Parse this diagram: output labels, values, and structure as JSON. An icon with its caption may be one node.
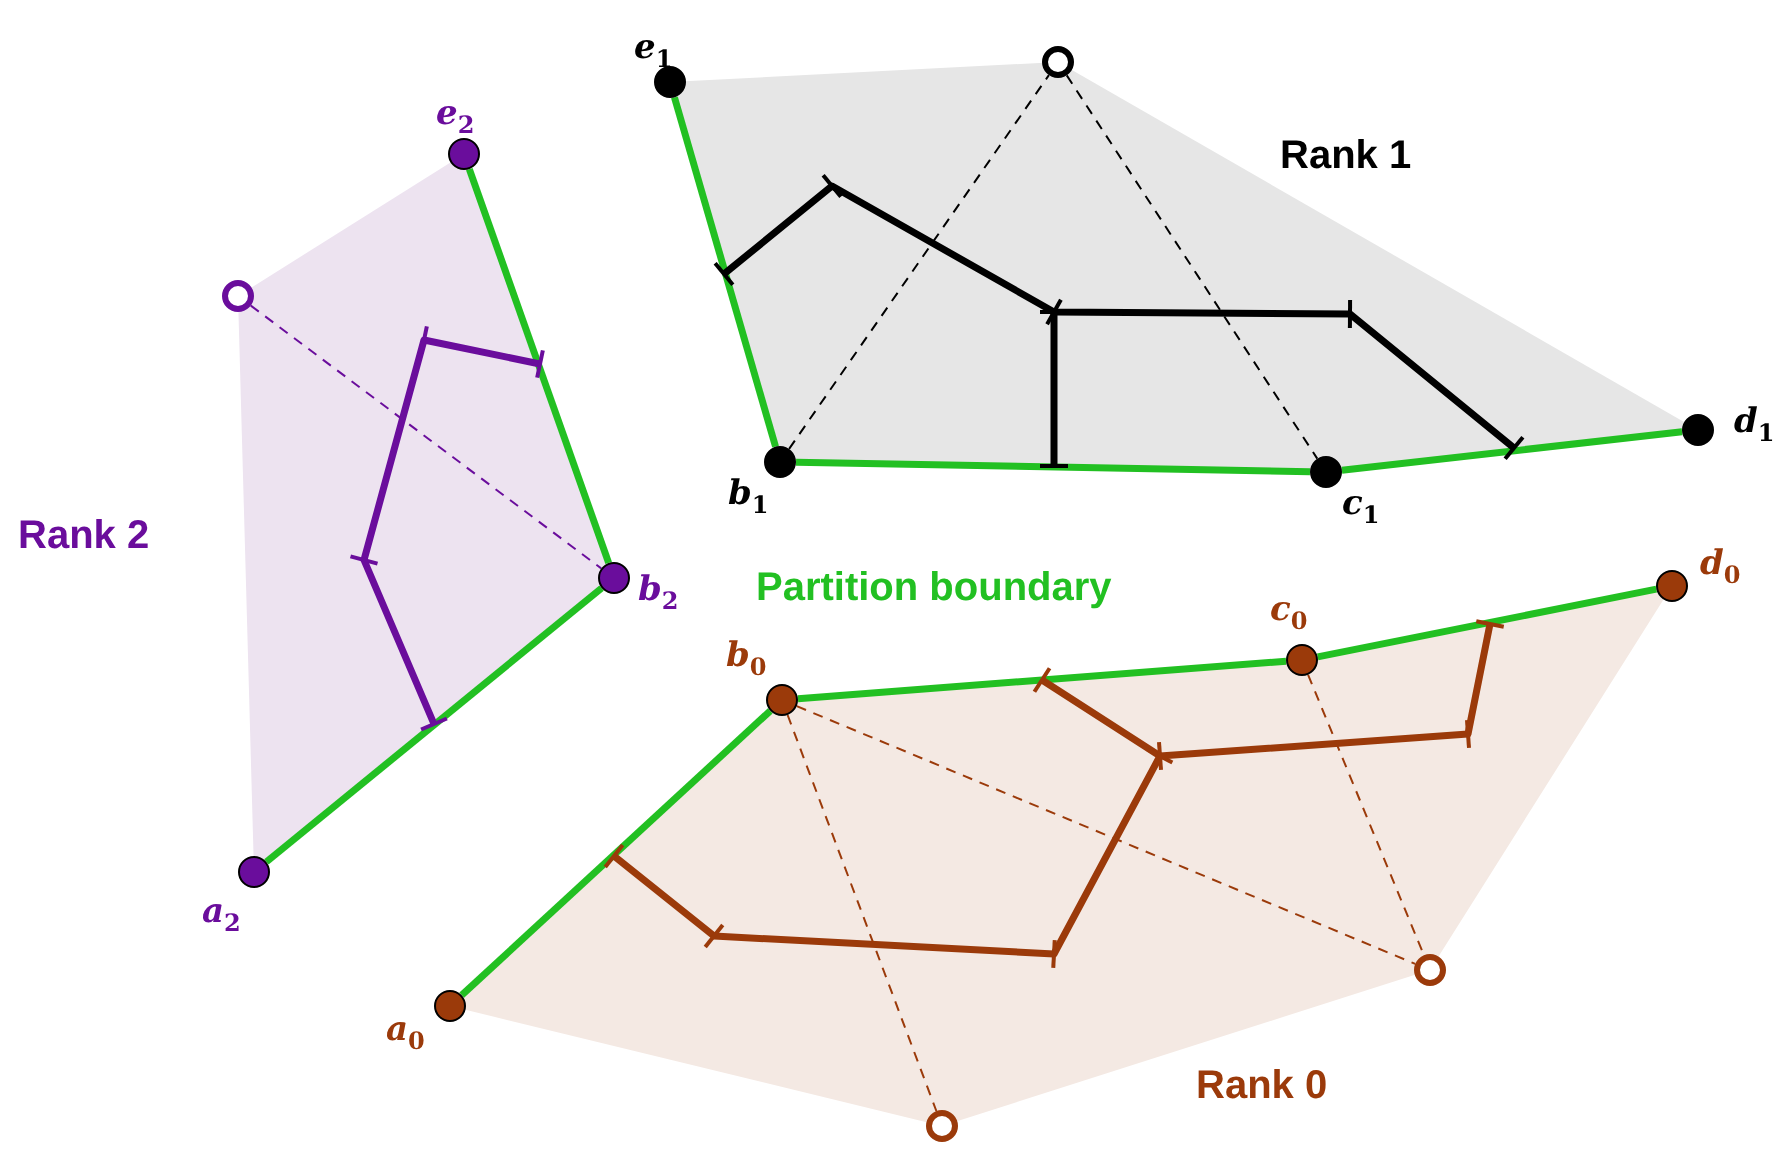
{
  "diagram": {
    "nodes": [
      {
        "text": [],
        "shape": "circle",
        "beside": [
          "e$_{1}$"
        ]
      },
      {
        "text": [],
        "shape": "circle"
      },
      {
        "text": [],
        "shape": "circle",
        "beside": [
          "e$_{2}$"
        ]
      },
      {
        "text": [],
        "shape": "circle"
      },
      {
        "text": [],
        "shape": "circle",
        "beside": [
          "d$_{1}$"
        ]
      },
      {
        "text": [],
        "shape": "circle",
        "beside": [
          "b$_{1}$"
        ]
      },
      {
        "text": [],
        "shape": "circle",
        "beside": [
          "c$_{1}$"
        ]
      },
      {
        "text": [],
        "shape": "circle",
        "beside": [
          "b$_{2}$"
        ]
      },
      {
        "text": [],
        "shape": "circle",
        "beside": [
          "d$_{0}$"
        ]
      },
      {
        "text": [],
        "shape": "circle",
        "beside": [
          "c$_{0}$"
        ]
      },
      {
        "text": [],
        "shape": "circle",
        "beside": [
          "b$_{0}$"
        ]
      },
      {
        "text": [],
        "shape": "circle",
        "beside": [
          "a$_{2}$"
        ]
      },
      {
        "text": [],
        "shape": "circle"
      },
      {
        "text": [],
        "shape": "circle",
        "beside": [
          "a$_{0}$"
        ]
      },
      {
        "text": [],
        "shape": "circle"
      }
    ],
    "edges": [
      {
        "from": 0,
        "to": 5,
        "arrow": "none"
      },
      {
        "from": 5,
        "to": 6,
        "arrow": "none"
      },
      {
        "from": 6,
        "to": 4,
        "arrow": "none"
      },
      {
        "from": 2,
        "to": 7,
        "arrow": "none"
      },
      {
        "from": 7,
        "to": 11,
        "arrow": "none"
      },
      {
        "from": 13,
        "to": 10,
        "arrow": "none"
      },
      {
        "from": 10,
        "to": 9,
        "arrow": "none"
      },
      {
        "from": 9,
        "to": 8,
        "arrow": "none"
      },
      {
        "from": 5,
        "to": 1,
        "arrow": "none",
        "style": "dashed",
        "color": "#000000"
      },
      {
        "from": 1,
        "to": 6,
        "arrow": "none",
        "style": "dashed",
        "color": "#000000"
      },
      {
        "from": 3,
        "to": 7,
        "arrow": "none",
        "style": "dashed",
        "color": "#6a0d9c"
      },
      {
        "from": 10,
        "to": 14,
        "arrow": "none",
        "style": "dashed",
        "color": "#9b3a0a"
      },
      {
        "from": 10,
        "to": 12,
        "arrow": "none",
        "style": "dashed",
        "color": "#9b3a0a"
      },
      {
        "from": 9,
        "to": 12,
        "arrow": "none",
        "style": "dashed",
        "color": "#9b3a0a"
      }
    ],
    "labels": [
      "Rank 1",
      "Rank 2",
      "Partition boundary",
      "Rank 0"
    ]
  }
}
